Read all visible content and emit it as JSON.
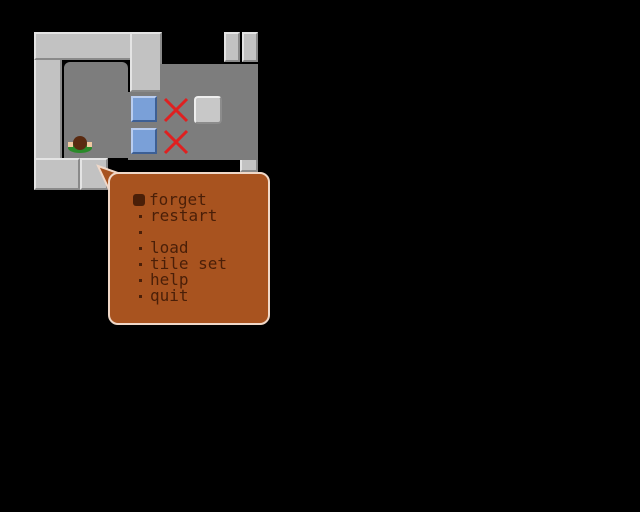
{
  "game": {
    "colors": {
      "background": "#000000",
      "wall": "#c2c2c2",
      "floor": "#7d7d7d",
      "crate": "#7aa0d8",
      "target": "#e02020",
      "menu_bg": "#a8531f",
      "menu_text": "#4a1f08"
    },
    "icons": [
      "player-sprite",
      "crate-icon",
      "target-x-icon",
      "stone-block-icon"
    ],
    "menu": {
      "selected_index": 0,
      "items": [
        {
          "label": "forget"
        },
        {
          "label": "restart"
        },
        {
          "label": ""
        },
        {
          "label": "load"
        },
        {
          "label": "tile set"
        },
        {
          "label": "help"
        },
        {
          "label": "quit"
        }
      ]
    }
  }
}
